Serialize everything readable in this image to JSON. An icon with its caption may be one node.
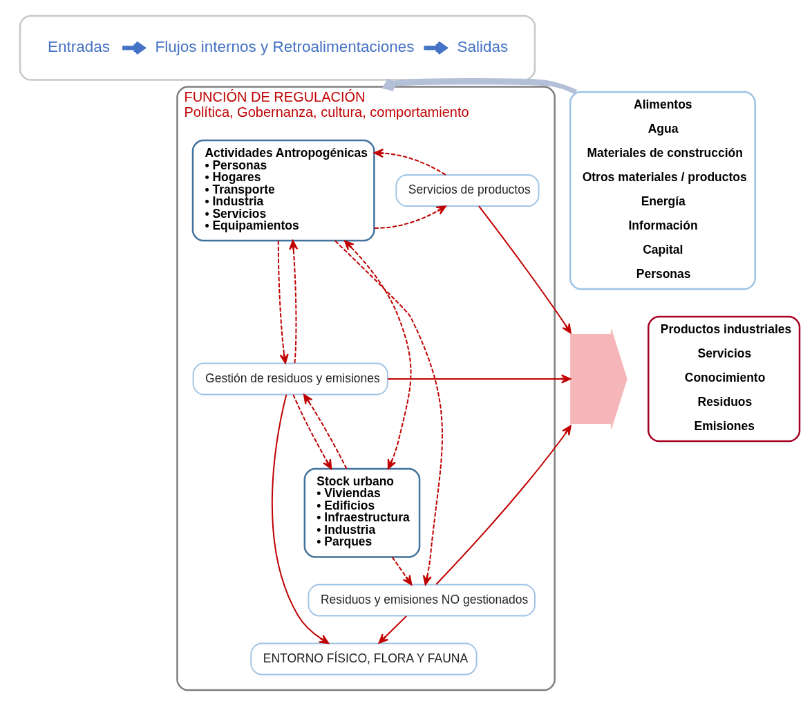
{
  "diagram": {
    "nodes": [
      {
        "text": [],
        "shape": "box"
      },
      {
        "text": [
          "Entradas"
        ],
        "in": 0
      },
      {
        "text": [
          "Flujos internos y Retroalimentaciones"
        ],
        "in": 0
      },
      {
        "text": [
          "Salidas"
        ],
        "in": 0
      },
      {
        "text": [
          "FUNCIÓN DE REGULACIÓN",
          "Política, Gobernanza, cultura, comportamiento"
        ]
      },
      {
        "text": [
          "Actividades Antropogénicas",
          "• Personas",
          "• Hogares",
          "• Transporte",
          "• Industria",
          "• Servicios",
          "• Equipamientos"
        ],
        "in": 4
      },
      {
        "text": [
          "Servicios de productos"
        ],
        "in": 4
      },
      {
        "text": [
          "Gestión de residuos y emisiones"
        ],
        "in": 4
      },
      {
        "text": [
          "Stock urbano",
          "• Viviendas",
          "• Edificios",
          "• Infraestructura",
          "• Industria",
          "• Parques"
        ],
        "in": 4
      },
      {
        "text": [
          "Residuos y emisiones NO gestionados"
        ],
        "in": 4
      },
      {
        "text": [
          "ENTORNO FÍSICO, FLORA Y FAUNA"
        ],
        "in": 4
      },
      {
        "text": [
          "Alimentos",
          "Agua",
          "Materiales de construcción",
          "Otros materiales / productos",
          "Energía",
          "Información",
          "Capital",
          "Personas"
        ]
      },
      {
        "text": [
          "Productos industriales",
          "Servicios",
          "Conocimiento",
          "Residuos",
          "Emisiones"
        ]
      },
      {
        "text": [],
        "shape": "arrow"
      }
    ],
    "edges": [
      {
        "from": 1,
        "to": 2,
        "arrow": "to",
        "style": "thick",
        "color": "#4472c4"
      },
      {
        "from": 2,
        "to": 3,
        "arrow": "to",
        "style": "thick",
        "color": "#4472c4"
      },
      {
        "from": 11,
        "to": 4,
        "arrow": "to",
        "style": "thick",
        "color": "#b4c0d8"
      },
      {
        "from": 11,
        "to": 4,
        "arrow": "to",
        "style": "thick",
        "color": "#b4c0d8"
      },
      {
        "from": 5,
        "to": 6,
        "arrow": "to",
        "style": "dashed"
      },
      {
        "from": 6,
        "to": 5,
        "arrow": "to",
        "style": "dashed"
      },
      {
        "from": 5,
        "to": 7,
        "arrow": "to",
        "style": "dashed"
      },
      {
        "from": 7,
        "to": 5,
        "arrow": "to",
        "style": "dashed"
      },
      {
        "from": 5,
        "to": 8,
        "arrow": "both",
        "style": "dashed"
      },
      {
        "from": 8,
        "to": 7,
        "arrow": "to",
        "style": "dashed"
      },
      {
        "from": 7,
        "to": 8,
        "arrow": "to",
        "style": "dashed"
      },
      {
        "from": 8,
        "to": 9,
        "arrow": "to",
        "style": "dashed"
      },
      {
        "from": 5,
        "to": 9,
        "arrow": "to",
        "style": "dashed"
      },
      {
        "from": 6,
        "to": 13,
        "arrow": "to"
      },
      {
        "from": 7,
        "to": 13,
        "arrow": "to"
      },
      {
        "from": 9,
        "to": 13,
        "arrow": "to"
      },
      {
        "from": 7,
        "to": 10,
        "arrow": "to"
      },
      {
        "from": 9,
        "to": 10,
        "arrow": "to"
      }
    ]
  }
}
